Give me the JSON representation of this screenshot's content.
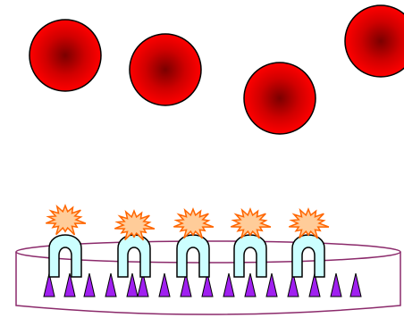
{
  "colors": {
    "background": "#ffffff",
    "cell_fill_center": "#7a0000",
    "cell_fill_mid": "#d00000",
    "cell_fill_edge": "#ff0000",
    "cell_stroke": "#000000",
    "dish_stroke": "#8b2a6b",
    "receptor_fill": "#ccffff",
    "receptor_stroke": "#000000",
    "burst_fill": "#ffcc99",
    "burst_stroke": "#ff6600",
    "triangle_fill": "#a020f0",
    "triangle_stroke": "#000000"
  },
  "counts": {
    "red_cells": 4,
    "receptors": 5,
    "bursts": 5,
    "triangles": 16
  }
}
